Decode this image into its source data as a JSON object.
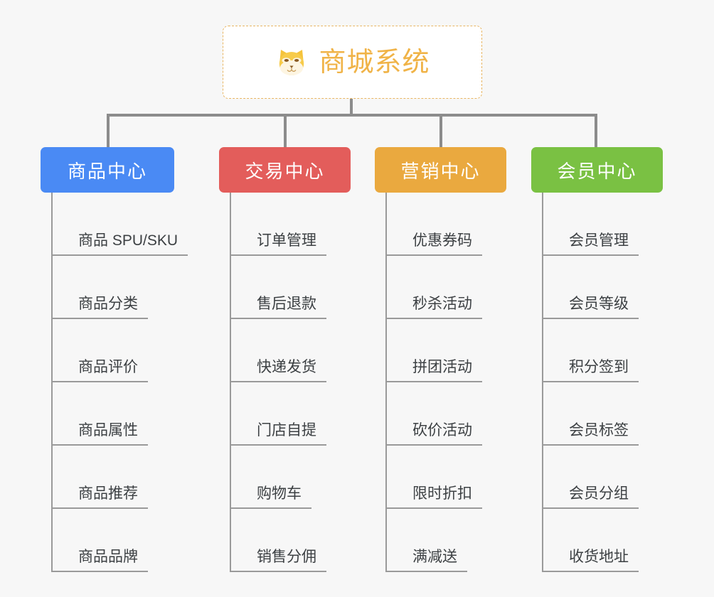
{
  "page": {
    "background_color": "#f7f7f7",
    "type": "mindmap-org-chart"
  },
  "root": {
    "title": "商城系统",
    "icon": "shiba-dog-face-emoji",
    "text_color": "#f0b347",
    "border_color": "#e8b562",
    "background_color": "#ffffff"
  },
  "connector": {
    "color": "#8c8c8c"
  },
  "columns": [
    {
      "label": "商品中心",
      "color": "#4a8af4",
      "items": [
        "商品 SPU/SKU",
        "商品分类",
        "商品评价",
        "商品属性",
        "商品推荐",
        "商品品牌"
      ]
    },
    {
      "label": "交易中心",
      "color": "#e35d5b",
      "items": [
        "订单管理",
        "售后退款",
        "快递发货",
        "门店自提",
        "购物车",
        "销售分佣"
      ]
    },
    {
      "label": "营销中心",
      "color": "#eaa93f",
      "items": [
        "优惠券码",
        "秒杀活动",
        "拼团活动",
        "砍价活动",
        "限时折扣",
        "满减送"
      ]
    },
    {
      "label": "会员中心",
      "color": "#7ac143",
      "items": [
        "会员管理",
        "会员等级",
        "积分签到",
        "会员标签",
        "会员分组",
        "收货地址"
      ]
    }
  ]
}
